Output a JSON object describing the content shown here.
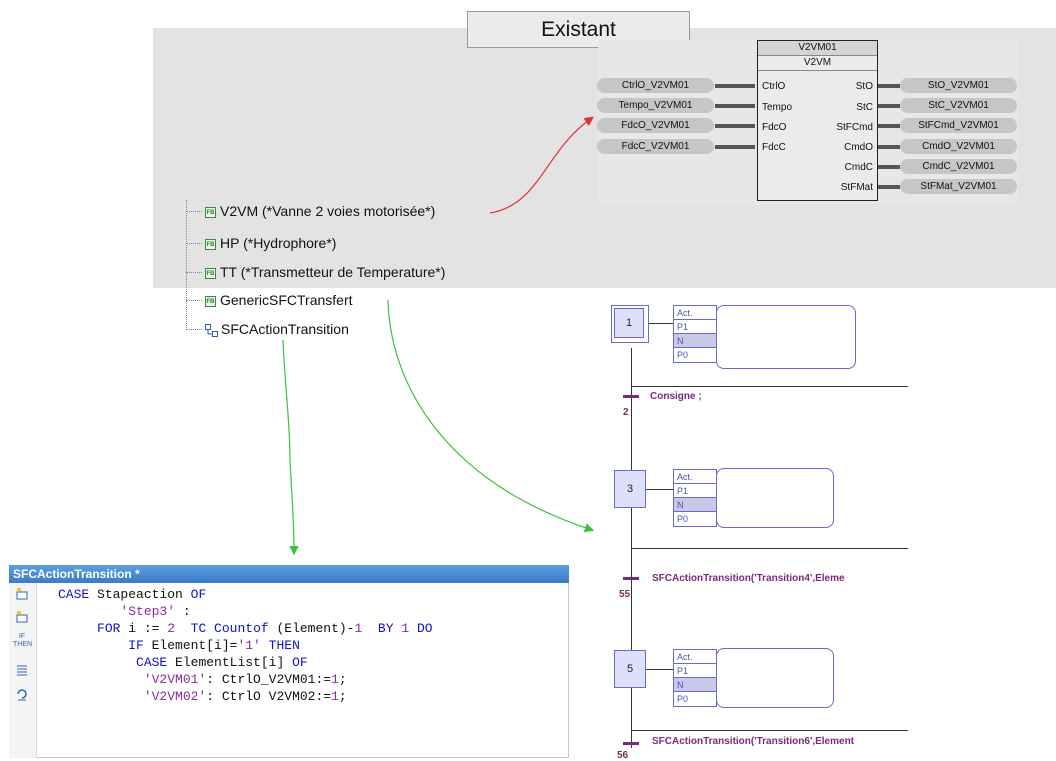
{
  "title": "Existant",
  "function_block": {
    "instance": "V2VM01",
    "type": "V2VM",
    "inputs": [
      {
        "pin": "CtrlO",
        "variable": "CtrlO_V2VM01"
      },
      {
        "pin": "Tempo",
        "variable": "Tempo_V2VM01"
      },
      {
        "pin": "FdcO",
        "variable": "FdcO_V2VM01"
      },
      {
        "pin": "FdcC",
        "variable": "FdcC_V2VM01"
      }
    ],
    "outputs": [
      {
        "pin": "StO",
        "variable": "StO_V2VM01"
      },
      {
        "pin": "StC",
        "variable": "StC_V2VM01"
      },
      {
        "pin": "StFCmd",
        "variable": "StFCmd_V2VM01"
      },
      {
        "pin": "CmdO",
        "variable": "CmdO_V2VM01"
      },
      {
        "pin": "CmdC",
        "variable": "CmdC_V2VM01"
      },
      {
        "pin": "StFMat",
        "variable": "StFMat_V2VM01"
      }
    ]
  },
  "tree": {
    "items": [
      {
        "label": "V2VM (*Vanne 2 voies motorisée*)",
        "icon": "function-block-icon"
      },
      {
        "label": "HP (*Hydrophore*)",
        "icon": "function-block-icon"
      },
      {
        "label": "TT (*Transmetteur de Temperature*)",
        "icon": "function-block-icon"
      },
      {
        "label": "GenericSFCTransfert",
        "icon": "function-block-icon"
      },
      {
        "label": "SFCActionTransition",
        "icon": "sfc-icon"
      }
    ],
    "fb_icon_text": "FB"
  },
  "editor": {
    "title": "SFCActionTransition *",
    "toolbar_then": "IF\nTHEN",
    "code_lines": [
      {
        "t": [
          {
            "k": "kw",
            "v": "CASE"
          },
          {
            "k": "",
            "v": " Stapeaction "
          },
          {
            "k": "kw",
            "v": "OF"
          }
        ]
      },
      {
        "t": [
          {
            "k": "",
            "v": "        "
          },
          {
            "k": "str",
            "v": "'Step3'"
          },
          {
            "k": "",
            "v": " :"
          }
        ]
      },
      {
        "t": [
          {
            "k": "",
            "v": "     "
          },
          {
            "k": "kw",
            "v": "FOR"
          },
          {
            "k": "",
            "v": " i := "
          },
          {
            "k": "str",
            "v": "2"
          },
          {
            "k": "",
            "v": "  "
          },
          {
            "k": "kw",
            "v": "TC Countof"
          },
          {
            "k": "",
            "v": " (Element)-"
          },
          {
            "k": "str",
            "v": "1"
          },
          {
            "k": "",
            "v": "  "
          },
          {
            "k": "kw",
            "v": "BY"
          },
          {
            "k": "",
            "v": " "
          },
          {
            "k": "str",
            "v": "1"
          },
          {
            "k": "",
            "v": " "
          },
          {
            "k": "kw",
            "v": "DO"
          }
        ]
      },
      {
        "t": [
          {
            "k": "",
            "v": "         "
          },
          {
            "k": "kw",
            "v": "IF"
          },
          {
            "k": "",
            "v": " Element[i]="
          },
          {
            "k": "str",
            "v": "'1'"
          },
          {
            "k": "",
            "v": " "
          },
          {
            "k": "kw",
            "v": "THEN"
          }
        ]
      },
      {
        "t": [
          {
            "k": "",
            "v": "          "
          },
          {
            "k": "kw",
            "v": "CASE"
          },
          {
            "k": "",
            "v": " ElementList[i] "
          },
          {
            "k": "kw",
            "v": "OF"
          }
        ]
      },
      {
        "t": [
          {
            "k": "",
            "v": "           "
          },
          {
            "k": "str",
            "v": "'V2VM01'"
          },
          {
            "k": "",
            "v": ": CtrlO_V2VM01:="
          },
          {
            "k": "str",
            "v": "1"
          },
          {
            "k": "",
            "v": ";"
          }
        ]
      },
      {
        "t": [
          {
            "k": "",
            "v": "           "
          },
          {
            "k": "str",
            "v": "'V2VM02'"
          },
          {
            "k": "",
            "v": ": CtrlO V2VM02:="
          },
          {
            "k": "str",
            "v": "1"
          },
          {
            "k": "",
            "v": ";"
          }
        ]
      }
    ]
  },
  "sfc": {
    "steps": [
      {
        "number": "1",
        "initial": true
      },
      {
        "number": "3",
        "initial": false
      },
      {
        "number": "5",
        "initial": false
      }
    ],
    "action_rows": [
      "Act.",
      "P1",
      "N",
      "P0"
    ],
    "transitions": [
      {
        "number": "2",
        "condition": "Consigne ;"
      },
      {
        "number": "55",
        "condition": "SFCActionTransition('Transition4',Eleme"
      },
      {
        "number": "56",
        "condition": "SFCActionTransition('Transition6',Element"
      }
    ]
  },
  "colors": {
    "annotation_red": "#e03030",
    "annotation_green": "#3cc23c",
    "editor_title": "#3b7bc8",
    "transition": "#7a2a7a"
  }
}
